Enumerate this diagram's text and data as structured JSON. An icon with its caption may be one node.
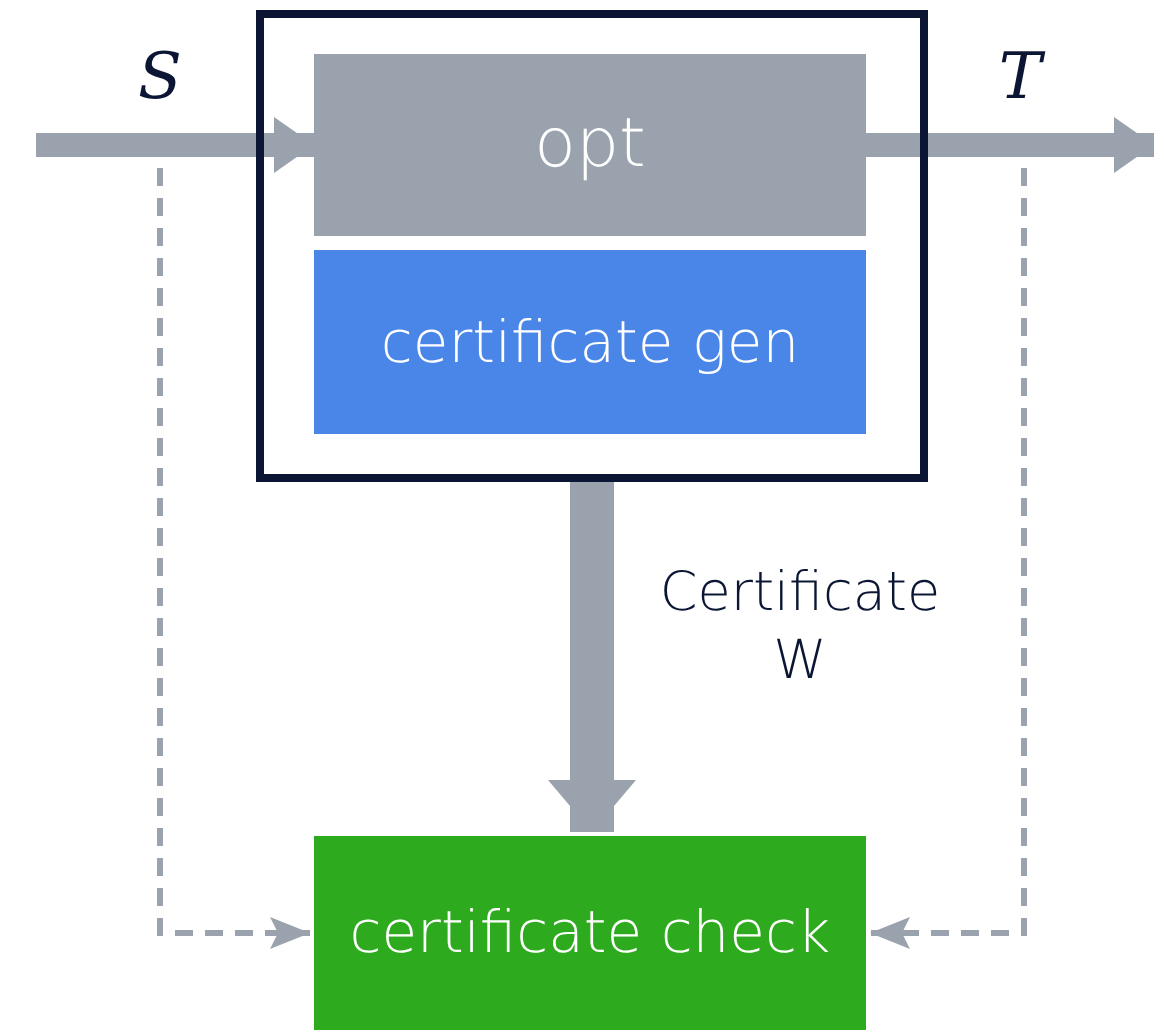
{
  "diagram": {
    "nodes": [
      {
        "text": [],
        "shape": "box"
      },
      {
        "text": [
          "opt"
        ],
        "in": 0
      },
      {
        "text": [
          "certificate gen"
        ],
        "in": 0
      },
      {
        "text": [
          "certificate check"
        ]
      }
    ],
    "edges": [
      {
        "from": null,
        "to": 1,
        "arrow": "to",
        "label": "S"
      },
      {
        "from": 1,
        "to": null,
        "arrow": "to",
        "label": "T"
      },
      {
        "from": 0,
        "to": 3,
        "arrow": "to",
        "label": "Certificate W",
        "style": "thick"
      },
      {
        "from": null,
        "to": 3,
        "arrow": "to",
        "style": "dashed"
      },
      {
        "from": null,
        "to": 3,
        "arrow": "to",
        "style": "dashed"
      }
    ]
  }
}
